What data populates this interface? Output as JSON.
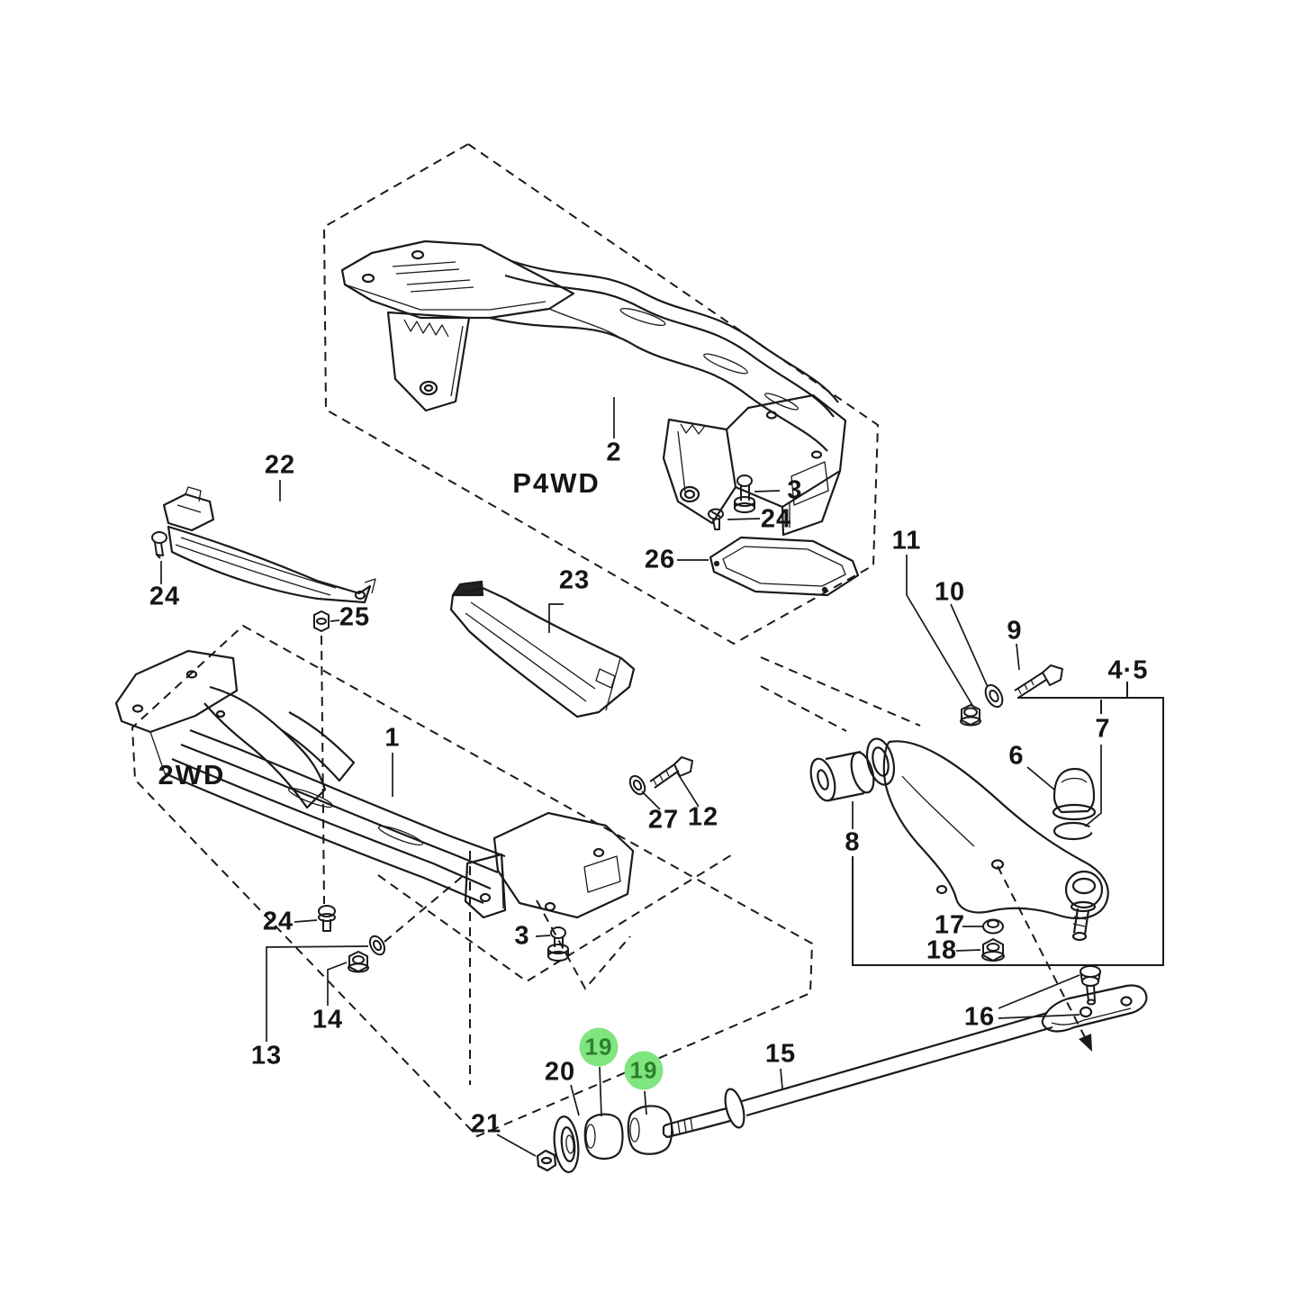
{
  "diagram": {
    "type": "exploded-parts-diagram",
    "zones": {
      "p4wd": "P4WD",
      "twd": "2WD"
    },
    "colors": {
      "background": "#ffffff",
      "line": "#1a1a1a",
      "label": "#151515",
      "highlight_fill": "#7FE57F",
      "highlight_text": "#2F7F2F"
    },
    "callouts": {
      "c1": "1",
      "c2": "2",
      "c3": "3",
      "c45": "4·5",
      "c6": "6",
      "c7": "7",
      "c8": "8",
      "c9": "9",
      "c10": "10",
      "c11": "11",
      "c12": "12",
      "c13": "13",
      "c14": "14",
      "c15": "15",
      "c16": "16",
      "c17": "17",
      "c18": "18",
      "c19": "19",
      "c20": "20",
      "c21": "21",
      "c22": "22",
      "c23": "23",
      "c24": "24",
      "c25": "25",
      "c26": "26",
      "c27": "27"
    },
    "highlighted_callouts": [
      "19",
      "19"
    ]
  }
}
